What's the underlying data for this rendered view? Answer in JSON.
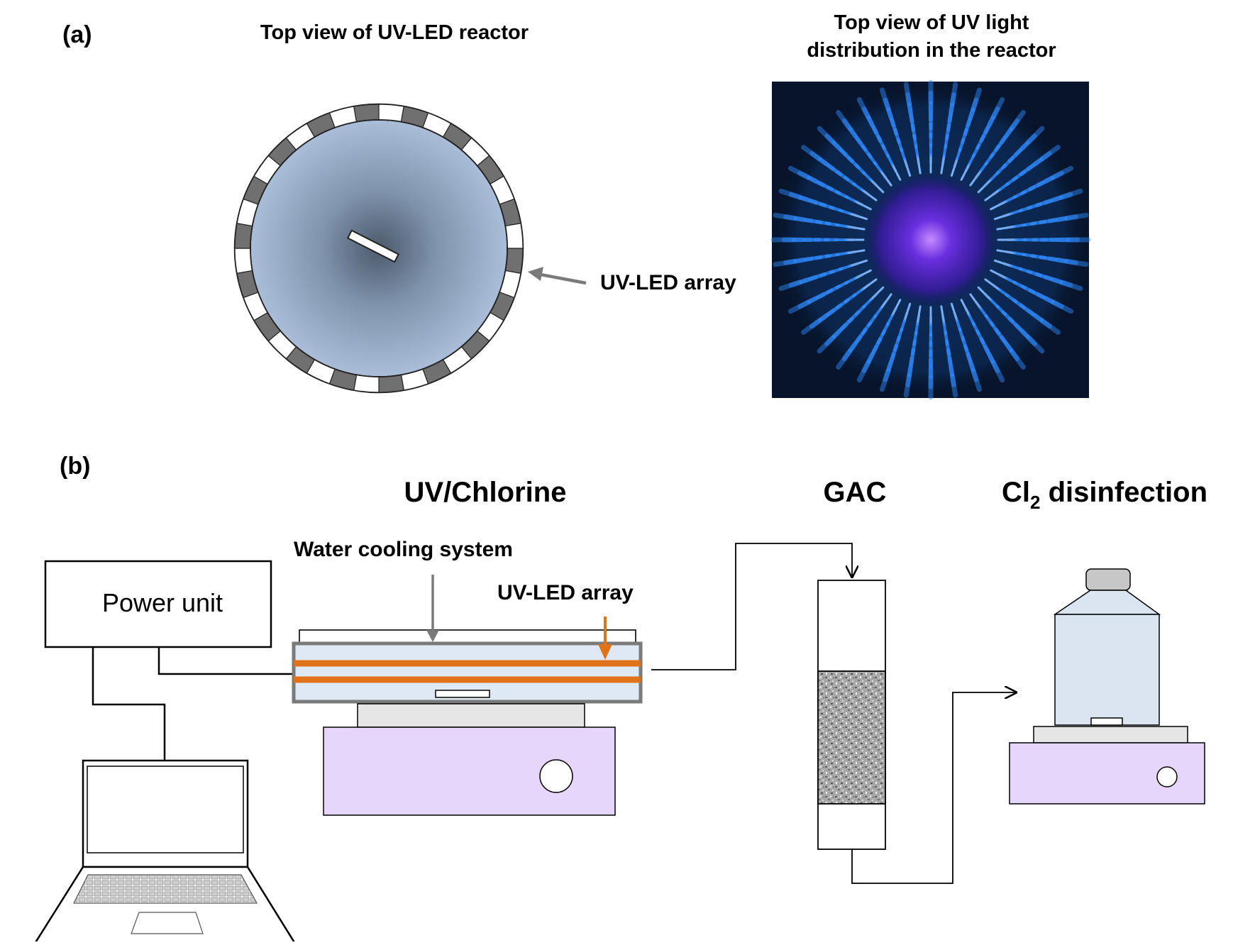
{
  "panel_a": {
    "label": "(a)",
    "left_title": "Top view of UV-LED reactor",
    "right_title_line1": "Top view of UV light",
    "right_title_line2": "distribution in the reactor",
    "array_label": "UV-LED array"
  },
  "panel_b": {
    "label": "(b)",
    "uv_chlorine_title": "UV/Chlorine",
    "gac_title": "GAC",
    "cl2_prefix": "Cl",
    "cl2_subscript": "2",
    "cl2_suffix": " disinfection",
    "water_cooling_label": "Water cooling system",
    "uv_led_array_label": "UV-LED array",
    "power_unit_label": "Power unit"
  },
  "colors": {
    "reactor_fill": "#a5b9d5",
    "led_dark": "#707070",
    "led_orange": "#e0731a",
    "stirrer_fill": "#e6d6fb",
    "bottle_fill": "#dbe5f1",
    "glow_blue": "#2f8cff",
    "glow_violet": "#7a3cf0"
  },
  "icons": [
    "laptop-icon",
    "bottle-icon",
    "stirrer-plate-icon",
    "gac-column-icon"
  ]
}
